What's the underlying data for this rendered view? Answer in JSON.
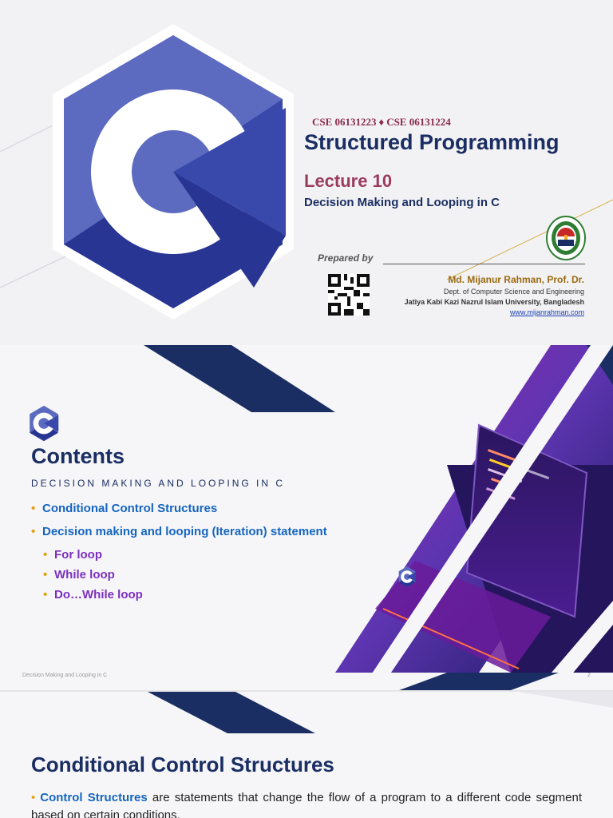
{
  "slide1": {
    "course_code_1": "CSE 06131223",
    "course_code_sep": "♦",
    "course_code_2": "CSE 06131224",
    "title": "Structured Programming",
    "lecture": "Lecture 10",
    "subtitle": "Decision Making and Looping in C",
    "prepared_by": "Prepared by",
    "author": "Md. Mijanur Rahman, Prof. Dr.",
    "department": "Dept. of Computer Science and Engineering",
    "university": "Jatiya Kabi Kazi Nazrul Islam University, Bangladesh",
    "website": "www.mijanrahman.com",
    "logo_letter": "C"
  },
  "slide2": {
    "title": "Contents",
    "subtitle": "DECISION MAKING AND LOOPING IN C",
    "items": [
      {
        "label": "Conditional Control Structures",
        "level": 1
      },
      {
        "label": "Decision making and looping (Iteration) statement",
        "level": 1
      },
      {
        "label": "For loop",
        "level": 2
      },
      {
        "label": "While loop",
        "level": 2
      },
      {
        "label": "Do…While loop",
        "level": 2
      }
    ],
    "footer_text": "Decision Making and Looping in C",
    "page_number": "2"
  },
  "slide3": {
    "title": "Conditional Control Structures",
    "bullet_term": "Control Structures",
    "bullet_text": " are statements that change the flow of a program to a different code segment based on certain conditions."
  },
  "colors": {
    "navy": "#1b2e63",
    "c_logo_light": "#5b6bc0",
    "c_logo_dark": "#283593",
    "accent_purple": "#7b2fbf",
    "accent_blue": "#1565c0",
    "bullet_gold": "#e3a21a"
  }
}
